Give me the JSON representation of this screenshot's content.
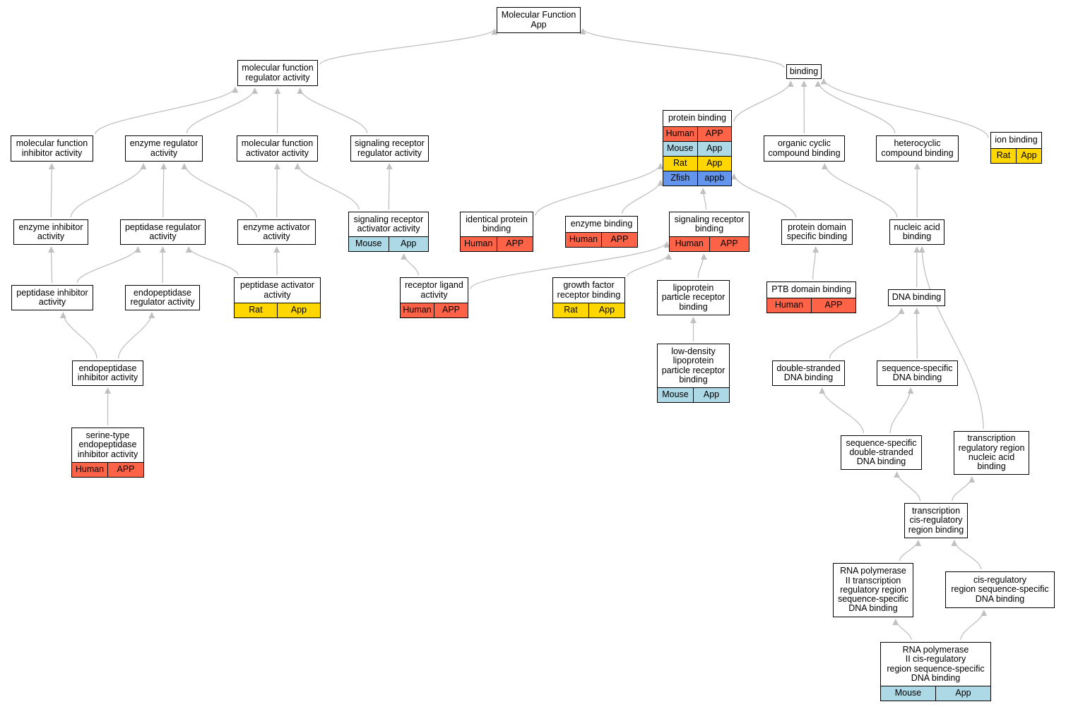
{
  "colors": {
    "Human": "#ff6347",
    "Mouse": "#add8e6",
    "Rat": "#ffd700",
    "Zfish": "#6495ed",
    "edge": "#c0c0c0"
  },
  "nodes": [
    {
      "id": "mf",
      "label": "Molecular Function\nApp",
      "rows": []
    },
    {
      "id": "mfra",
      "label": "molecular function\nregulator activity",
      "rows": []
    },
    {
      "id": "binding",
      "label": "binding",
      "rows": []
    },
    {
      "id": "mfia",
      "label": "molecular function\ninhibitor activity",
      "rows": []
    },
    {
      "id": "era",
      "label": "enzyme regulator\nactivity",
      "rows": []
    },
    {
      "id": "mfaa",
      "label": "molecular function\nactivator activity",
      "rows": []
    },
    {
      "id": "srra",
      "label": "signaling receptor\nregulator activity",
      "rows": []
    },
    {
      "id": "pb",
      "label": "protein binding",
      "rows": [
        [
          "Human",
          "APP"
        ],
        [
          "Mouse",
          "App"
        ],
        [
          "Rat",
          "App"
        ],
        [
          "Zfish",
          "appb"
        ]
      ]
    },
    {
      "id": "ocb",
      "label": "organic cyclic\ncompound binding",
      "rows": []
    },
    {
      "id": "hcb",
      "label": "heterocyclic\ncompound binding",
      "rows": []
    },
    {
      "id": "ib",
      "label": "ion binding",
      "rows": [
        [
          "Rat",
          "App"
        ]
      ]
    },
    {
      "id": "eia",
      "label": "enzyme inhibitor\nactivity",
      "rows": []
    },
    {
      "id": "pra",
      "label": "peptidase regulator\nactivity",
      "rows": []
    },
    {
      "id": "eaa",
      "label": "enzyme activator\nactivity",
      "rows": []
    },
    {
      "id": "sraa",
      "label": "signaling receptor\nactivator activity",
      "rows": [
        [
          "Mouse",
          "App"
        ]
      ]
    },
    {
      "id": "ipb",
      "label": "identical protein\nbinding",
      "rows": [
        [
          "Human",
          "APP"
        ]
      ]
    },
    {
      "id": "eb",
      "label": "enzyme binding",
      "rows": [
        [
          "Human",
          "APP"
        ]
      ]
    },
    {
      "id": "srb",
      "label": "signaling receptor\nbinding",
      "rows": [
        [
          "Human",
          "APP"
        ]
      ]
    },
    {
      "id": "pdsb",
      "label": "protein domain\nspecific binding",
      "rows": []
    },
    {
      "id": "nab",
      "label": "nucleic acid\nbinding",
      "rows": []
    },
    {
      "id": "pia",
      "label": "peptidase inhibitor\nactivity",
      "rows": []
    },
    {
      "id": "epra",
      "label": "endopeptidase\nregulator activity",
      "rows": []
    },
    {
      "id": "paa",
      "label": "peptidase activator\nactivity",
      "rows": [
        [
          "Rat",
          "App"
        ]
      ]
    },
    {
      "id": "rla",
      "label": "receptor ligand\nactivity",
      "rows": [
        [
          "Human",
          "APP"
        ]
      ]
    },
    {
      "id": "gfrb",
      "label": "growth factor\nreceptor binding",
      "rows": [
        [
          "Rat",
          "App"
        ]
      ]
    },
    {
      "id": "lprb",
      "label": "lipoprotein\nparticle receptor\nbinding",
      "rows": []
    },
    {
      "id": "ptb",
      "label": "PTB domain binding",
      "rows": [
        [
          "Human",
          "APP"
        ]
      ]
    },
    {
      "id": "dnab",
      "label": "DNA binding",
      "rows": []
    },
    {
      "id": "epia",
      "label": "endopeptidase\ninhibitor activity",
      "rows": []
    },
    {
      "id": "ldl",
      "label": "low-density\nlipoprotein\nparticle receptor\nbinding",
      "rows": [
        [
          "Mouse",
          "App"
        ]
      ]
    },
    {
      "id": "dsdb",
      "label": "double-stranded\nDNA binding",
      "rows": []
    },
    {
      "id": "ssdb",
      "label": "sequence-specific\nDNA binding",
      "rows": []
    },
    {
      "id": "stepia",
      "label": "serine-type\nendopeptidase\ninhibitor activity",
      "rows": [
        [
          "Human",
          "APP"
        ]
      ]
    },
    {
      "id": "ssdsdb",
      "label": "sequence-specific\ndouble-stranded\nDNA binding",
      "rows": []
    },
    {
      "id": "trrnab",
      "label": "transcription\nregulatory region\nnucleic acid\nbinding",
      "rows": []
    },
    {
      "id": "tcrrb",
      "label": "transcription\ncis-regulatory\nregion binding",
      "rows": []
    },
    {
      "id": "rnap2tr",
      "label": "RNA polymerase\nII transcription\nregulatory region\nsequence-specific\nDNA binding",
      "rows": []
    },
    {
      "id": "crrssdb",
      "label": "cis-regulatory\nregion sequence-specific\nDNA binding",
      "rows": []
    },
    {
      "id": "rnap2cr",
      "label": "RNA polymerase\nII cis-regulatory\nregion sequence-specific\nDNA binding",
      "rows": [
        [
          "Mouse",
          "App"
        ]
      ]
    }
  ],
  "edges": [
    [
      "mfra",
      "mf"
    ],
    [
      "binding",
      "mf"
    ],
    [
      "mfia",
      "mfra"
    ],
    [
      "era",
      "mfra"
    ],
    [
      "mfaa",
      "mfra"
    ],
    [
      "srra",
      "mfra"
    ],
    [
      "pb",
      "binding"
    ],
    [
      "ocb",
      "binding"
    ],
    [
      "hcb",
      "binding"
    ],
    [
      "ib",
      "binding"
    ],
    [
      "eia",
      "mfia"
    ],
    [
      "eia",
      "era"
    ],
    [
      "pra",
      "era"
    ],
    [
      "eaa",
      "era"
    ],
    [
      "eaa",
      "mfaa"
    ],
    [
      "sraa",
      "mfaa"
    ],
    [
      "sraa",
      "srra"
    ],
    [
      "pia",
      "eia"
    ],
    [
      "pia",
      "pra"
    ],
    [
      "epra",
      "pra"
    ],
    [
      "paa",
      "pra"
    ],
    [
      "paa",
      "eaa"
    ],
    [
      "epia",
      "pia"
    ],
    [
      "epia",
      "epra"
    ],
    [
      "stepia",
      "epia"
    ],
    [
      "rla",
      "sraa"
    ],
    [
      "rla",
      "srb"
    ],
    [
      "ipb",
      "pb"
    ],
    [
      "eb",
      "pb"
    ],
    [
      "srb",
      "pb"
    ],
    [
      "pdsb",
      "pb"
    ],
    [
      "gfrb",
      "srb"
    ],
    [
      "lprb",
      "srb"
    ],
    [
      "ldl",
      "lprb"
    ],
    [
      "ptb",
      "pdsb"
    ],
    [
      "nab",
      "ocb"
    ],
    [
      "nab",
      "hcb"
    ],
    [
      "dnab",
      "nab"
    ],
    [
      "dsdb",
      "dnab"
    ],
    [
      "ssdb",
      "dnab"
    ],
    [
      "ssdsdb",
      "dsdb"
    ],
    [
      "ssdsdb",
      "ssdb"
    ],
    [
      "trrnab",
      "nab"
    ],
    [
      "tcrrb",
      "ssdsdb"
    ],
    [
      "tcrrb",
      "trrnab"
    ],
    [
      "rnap2tr",
      "tcrrb"
    ],
    [
      "crrssdb",
      "tcrrb"
    ],
    [
      "rnap2cr",
      "rnap2tr"
    ],
    [
      "rnap2cr",
      "crrssdb"
    ]
  ]
}
